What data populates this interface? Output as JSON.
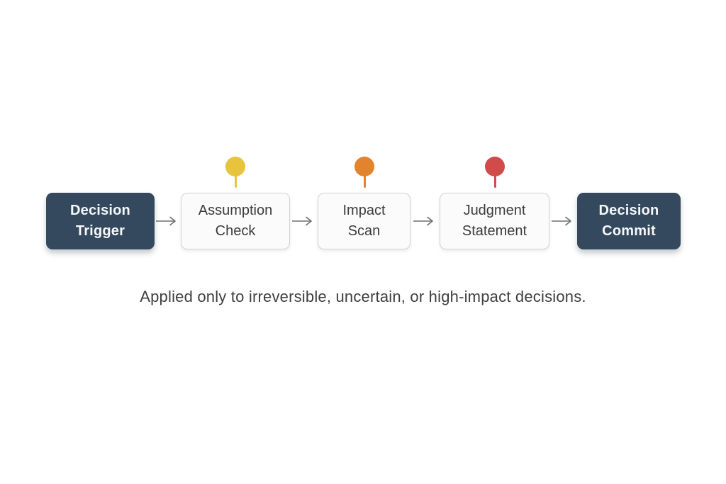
{
  "diagram": {
    "stages": [
      {
        "label": "Decision\nTrigger",
        "style": "dark",
        "pin": null
      },
      {
        "label": "Assumption\nCheck",
        "style": "light",
        "pin": "yellow",
        "pin_color": "#e8c33d"
      },
      {
        "label": "Impact\nScan",
        "style": "light",
        "pin": "orange",
        "pin_color": "#e2842e"
      },
      {
        "label": "Judgment\nStatement",
        "style": "light",
        "pin": "red",
        "pin_color": "#d14b4b"
      },
      {
        "label": "Decision\nCommit",
        "style": "dark",
        "pin": null
      }
    ],
    "caption": "Applied only to irreversible, uncertain, or high-impact decisions."
  },
  "colors": {
    "background": "#ffffff",
    "dark_box": "#35495e",
    "dark_box_text": "#f6f8fa",
    "light_box_bg": "#fbfbfb",
    "light_box_border": "#d2d2d2",
    "light_box_text": "#3c3c3c",
    "arrow": "#6f6f6f",
    "caption_text": "#3f3f3f",
    "pin_yellow": "#e8c33d",
    "pin_orange": "#e2842e",
    "pin_red": "#d14b4b"
  }
}
